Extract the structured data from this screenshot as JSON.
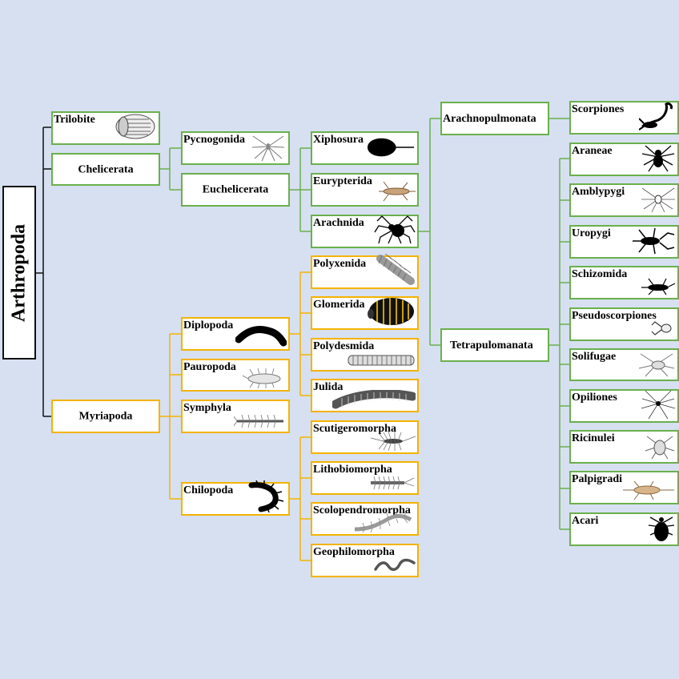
{
  "root": "Arthropoda",
  "groups": {
    "trilobite": "Trilobite",
    "chelicerata": "Chelicerata",
    "myriapoda": "Myriapoda",
    "pycnogonida": "Pycnogonida",
    "euchelicerata": "Euchelicerata",
    "xiphosura": "Xiphosura",
    "eurypterida": "Eurypterida",
    "arachnida": "Arachnida",
    "arachnopulmonata": "Arachnopulmonata",
    "tetrapulmonata": "Tetrapulomanata",
    "diplopoda": "Diplopoda",
    "pauropoda": "Pauropoda",
    "symphyla": "Symphyla",
    "chilopoda": "Chilopoda"
  },
  "diplopoda_orders": [
    "Polyxenida",
    "Glomerida",
    "Polydesmida",
    "Julida"
  ],
  "chilopoda_orders": [
    "Scutigeromorpha",
    "Lithobiomorpha",
    "Scolopendromorpha",
    "Geophilomorpha"
  ],
  "arachnid_orders": [
    "Scorpiones",
    "Araneae",
    "Amblypygi",
    "Uropygi",
    "Schizomida",
    "Pseudoscorpiones",
    "Solifugae",
    "Opiliones",
    "Ricinulei",
    "Palpigradi",
    "Acari"
  ],
  "colors": {
    "background": "#d6e0f1",
    "chelicerata_line": "#6ab04c",
    "myriapoda_line": "#f5b300",
    "root_line": "#111111"
  }
}
